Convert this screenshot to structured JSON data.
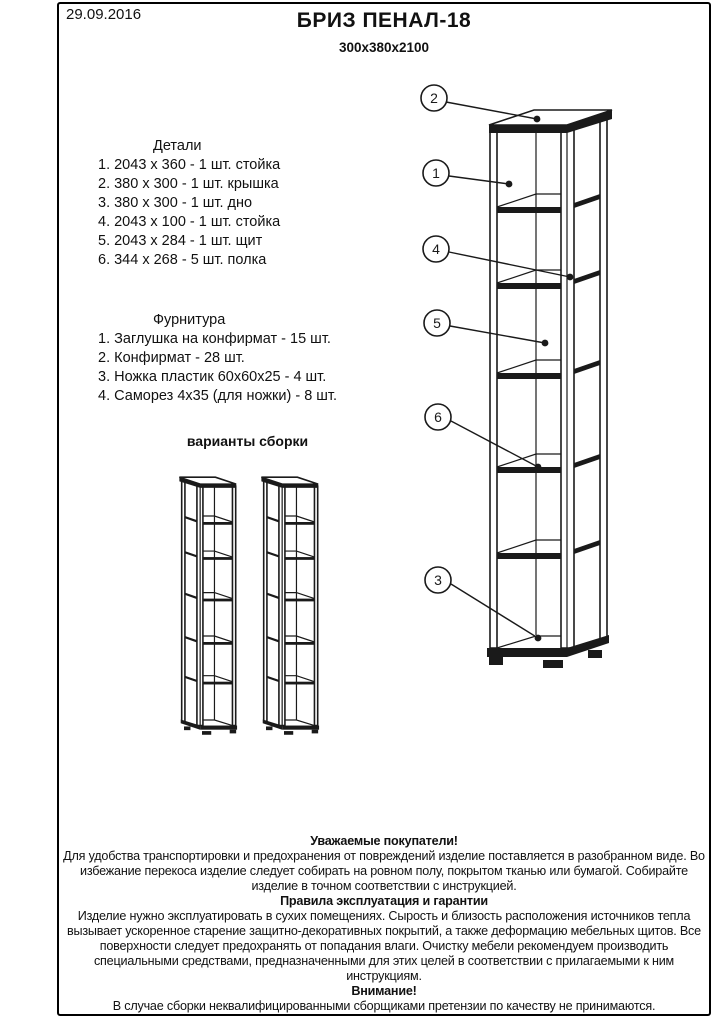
{
  "page": {
    "date": "29.09.2016",
    "title": "БРИЗ ПЕНАЛ-18",
    "subtitle": "300х380х2100"
  },
  "details": {
    "heading": "Детали",
    "items": [
      "1. 2043 х 360 - 1 шт. стойка",
      "2. 380 х 300 - 1 шт. крышка",
      "3. 380 х 300 - 1 шт. дно",
      "4. 2043 х 100 - 1 шт. стойка",
      "5. 2043 х 284 - 1 шт. щит",
      "6. 344 х 268 - 5 шт. полка"
    ]
  },
  "hardware": {
    "heading": "Фурнитура",
    "items": [
      "1. Заглушка на конфирмат - 15 шт.",
      "2. Конфирмат - 28 шт.",
      "3. Ножка пластик 60х60х25 - 4 шт.",
      "4. Саморез 4х35 (для ножки) - 8 шт."
    ]
  },
  "variants": {
    "heading": "варианты сборки"
  },
  "diagram": {
    "callouts": [
      "2",
      "1",
      "4",
      "5",
      "6",
      "3"
    ]
  },
  "notes": {
    "lines": [
      {
        "text": "Уважаемые покупатели!"
      },
      {
        "text": "Для удобства транспортировки и предохранения от повреждений изделие поставляется в разобранном виде. Во избежание перекоса изделие следует собирать на ровном полу, покрытом тканью или бумагой. Собирайте изделие в точном соответствии с инструкцией."
      },
      {
        "text": "Правила эксплуатация и гарантии"
      },
      {
        "text": "Изделие нужно эксплуатировать в сухих помещениях. Сырость и близость расположения источников тепла вызывает ускоренное старение защитно-декоративных покрытий, а также деформацию мебельных щитов. Все поверхности следует предохранять от попадания влаги. Очистку мебели рекомендуем производить специальными средствами, предназначенными для этих целей в соответствии с прилагаемыми к ним инструкциям."
      },
      {
        "text": "Внимание!"
      },
      {
        "text": "В случае сборки неквалифицированными сборщиками претензии по качеству не принимаются."
      }
    ]
  }
}
